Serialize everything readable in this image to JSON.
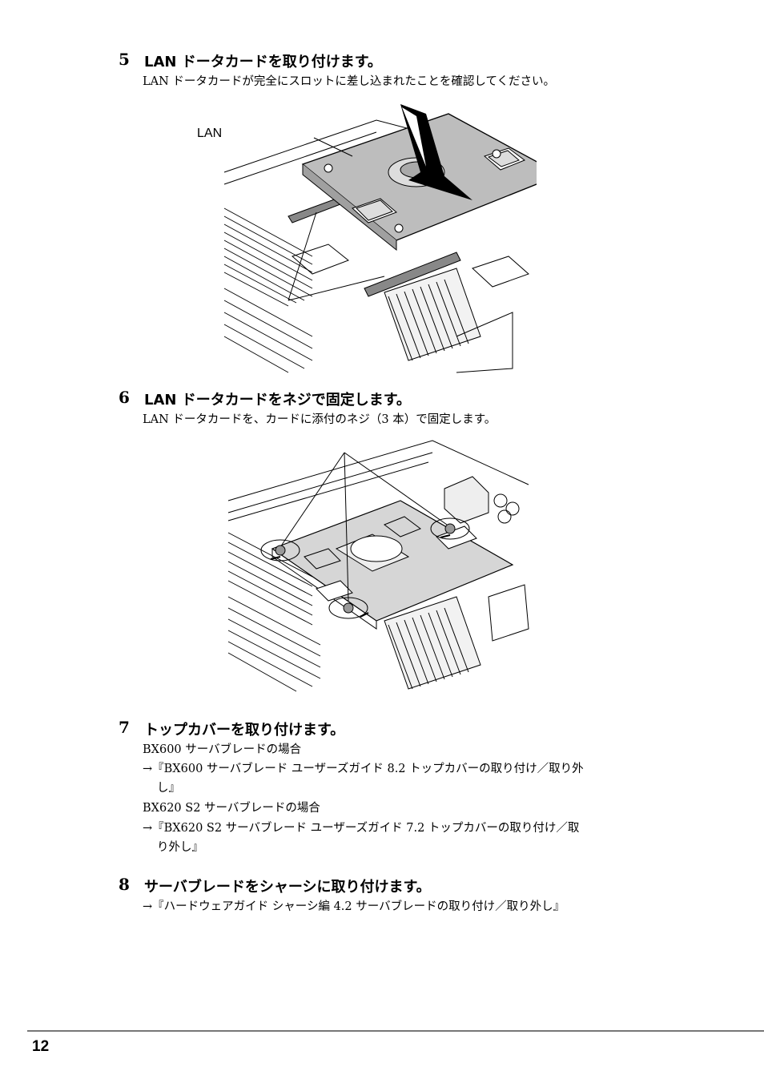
{
  "steps": [
    {
      "num": "5",
      "title": "LAN ドータカードを取り付けます。",
      "lines": [
        "LAN ドータカードが完全にスロットに差し込まれたことを確認してください。"
      ],
      "figure_label": "LAN"
    },
    {
      "num": "6",
      "title": "LAN ドータカードをネジで固定します。",
      "lines": [
        "LAN ドータカードを、カードに添付のネジ（3 本）で固定します。"
      ]
    },
    {
      "num": "7",
      "title": "トップカバーを取り付けます。",
      "lines": [
        "BX600 サーバブレードの場合",
        "→『BX600 サーバブレード ユーザーズガイド 8.2 トップカバーの取り付け／取り外",
        "し』",
        "BX620 S2 サーバブレードの場合",
        "→『BX620 S2 サーバブレード ユーザーズガイド 7.2 トップカバーの取り付け／取",
        "り外し』"
      ]
    },
    {
      "num": "8",
      "title": "サーバブレードをシャーシに取り付けます。",
      "lines": [
        "→『ハードウェアガイド シャーシ編 4.2 サーバブレードの取り付け／取り外し』"
      ]
    }
  ],
  "footer": {
    "page_number": "12"
  }
}
